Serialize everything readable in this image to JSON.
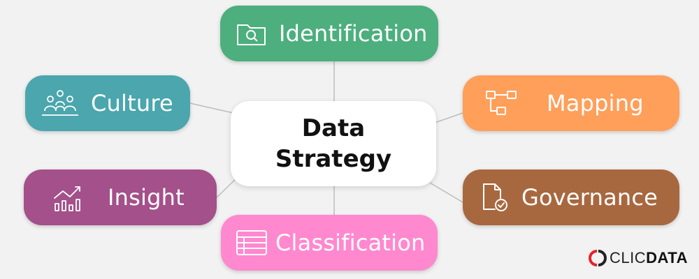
{
  "diagram": {
    "center": {
      "line1": "Data",
      "line2": "Strategy",
      "color": "#ffffff"
    },
    "nodes": [
      {
        "id": "identification",
        "label": "Identification",
        "color": "#4caf7d",
        "icon": "folder-search-icon"
      },
      {
        "id": "culture",
        "label": "Culture",
        "color": "#4ba6ad",
        "icon": "people-group-icon"
      },
      {
        "id": "mapping",
        "label": "Mapping",
        "color": "#ff9f5a",
        "icon": "flowchart-icon"
      },
      {
        "id": "insight",
        "label": "Insight",
        "color": "#a4508a",
        "icon": "bar-trend-icon"
      },
      {
        "id": "governance",
        "label": "Governance",
        "color": "#a8683f",
        "icon": "document-check-icon"
      },
      {
        "id": "classification",
        "label": "Classification",
        "color": "#ff88cf",
        "icon": "table-grid-icon"
      }
    ],
    "connector_color": "#bdbdbd"
  },
  "brand": {
    "part1": "CLIC",
    "part2": "DATA",
    "accent": "#e8202a"
  }
}
